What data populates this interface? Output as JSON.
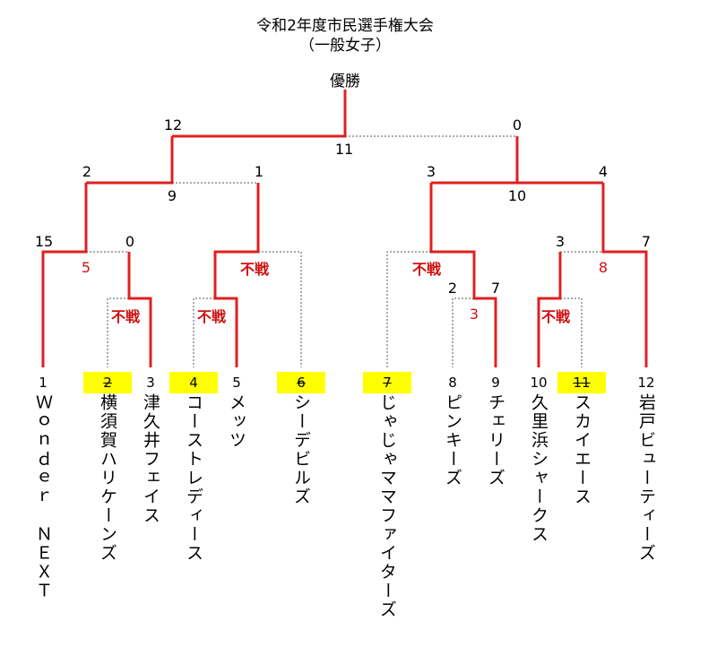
{
  "title": "令和2年度市民選手権大会",
  "subtitle": "（一般女子）",
  "champion_label": "優勝",
  "colors": {
    "win": "#e02020",
    "lose": "#555555",
    "highlight": "#ffff00"
  },
  "final": {
    "left_score": "12",
    "right_score": "0",
    "game_no": "11"
  },
  "semis": {
    "left": {
      "left_score": "2",
      "right_score": "1",
      "game_no": "9"
    },
    "right": {
      "left_score": "3",
      "right_score": "4",
      "game_no": "10"
    }
  },
  "quarters": {
    "q5": {
      "left_score": "15",
      "right_score": "0",
      "game_no": "5"
    },
    "q6": {
      "result": "不戦"
    },
    "q7": {
      "result": "不戦"
    },
    "q8": {
      "left_score": "3",
      "right_score": "7",
      "game_no": "8"
    }
  },
  "first_round": {
    "r1": {
      "result": "不戦"
    },
    "r2": {
      "result": "不戦"
    },
    "r3": {
      "left_score": "2",
      "right_score": "7",
      "game_no": "3"
    },
    "r4": {
      "result": "不戦"
    }
  },
  "teams": [
    {
      "no": "1",
      "name": "Ｗｏｎｄｅｒ　ＮＥＸＴ",
      "highlight": false,
      "struck": false
    },
    {
      "no": "2",
      "name": "横須賀ハリケーンズ",
      "highlight": true,
      "struck": true
    },
    {
      "no": "3",
      "name": "津久井フェイス",
      "highlight": false,
      "struck": false
    },
    {
      "no": "4",
      "name": "コーストレディース",
      "highlight": true,
      "struck": false
    },
    {
      "no": "5",
      "name": "メッツ",
      "highlight": false,
      "struck": false
    },
    {
      "no": "6",
      "name": "シーデビルズ",
      "highlight": true,
      "struck": true
    },
    {
      "no": "7",
      "name": "じゃじゃママファイターズ",
      "highlight": true,
      "struck": true
    },
    {
      "no": "8",
      "name": "ピンキーズ",
      "highlight": false,
      "struck": false
    },
    {
      "no": "9",
      "name": "チェリーズ",
      "highlight": false,
      "struck": false
    },
    {
      "no": "10",
      "name": "久里浜シャークス",
      "highlight": false,
      "struck": false
    },
    {
      "no": "11",
      "name": "スカイエース",
      "highlight": true,
      "struck": true
    },
    {
      "no": "12",
      "name": "岩戸ビューティーズ",
      "highlight": false,
      "struck": false
    }
  ]
}
